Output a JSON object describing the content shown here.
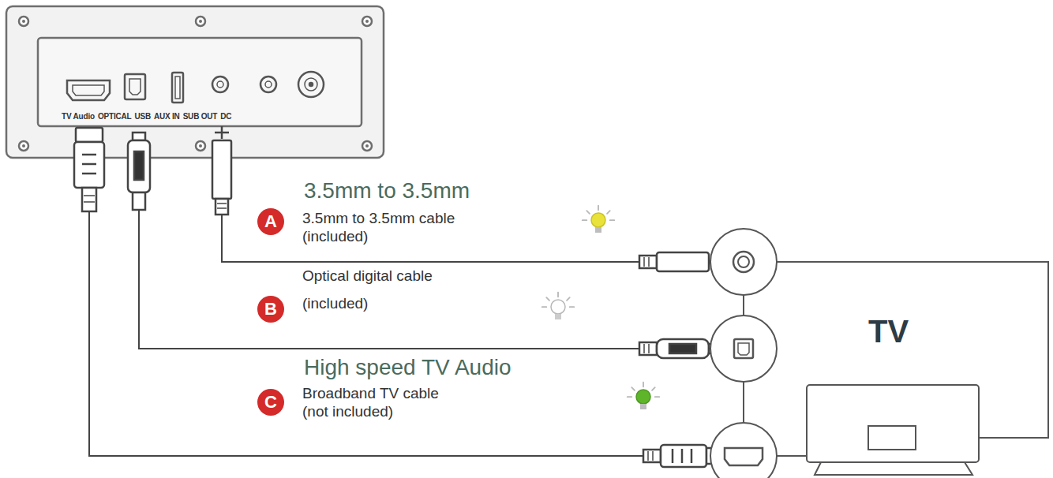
{
  "diagram": {
    "nodes": [
      {
        "text": [
          "A"
        ]
      },
      {
        "text": [
          "B"
        ]
      },
      {
        "text": [
          "C"
        ]
      }
    ],
    "labels": [
      "TV Audio",
      "OPTICAL",
      "USB",
      "AUX IN",
      "SUB OUT",
      "DC",
      "3.5mm to 3.5mm",
      "3.5mm to 3.5mm cable (included)",
      "Optical digital cable (included)",
      "High speed TV Audio",
      "Broadband TV cable (not included)",
      "TV"
    ]
  }
}
